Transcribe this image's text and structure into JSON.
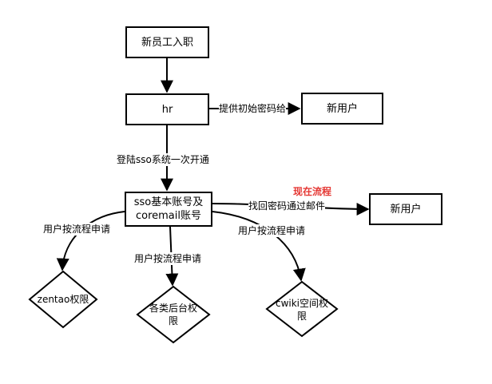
{
  "nodes": {
    "onboard": "新员工入职",
    "hr": "hr",
    "new_user_top": "新用户",
    "sso": "sso基本账号及coremail账号",
    "new_user_right": "新用户",
    "zentao": "zentao权限",
    "backend": "各类后台权限",
    "cwiki": "cwiki空间权限"
  },
  "edges": {
    "hr_to_user": "提供初始密码给",
    "hr_to_sso": "登陆sso系统一次开通",
    "sso_to_user": "找回密码通过邮件",
    "sso_to_zentao": "用户按流程申请",
    "sso_to_backend": "用户按流程申请",
    "sso_to_cwiki": "用户按流程申请"
  },
  "status_label": "现在流程",
  "colors": {
    "line": "#000000",
    "status": "#e53935"
  }
}
